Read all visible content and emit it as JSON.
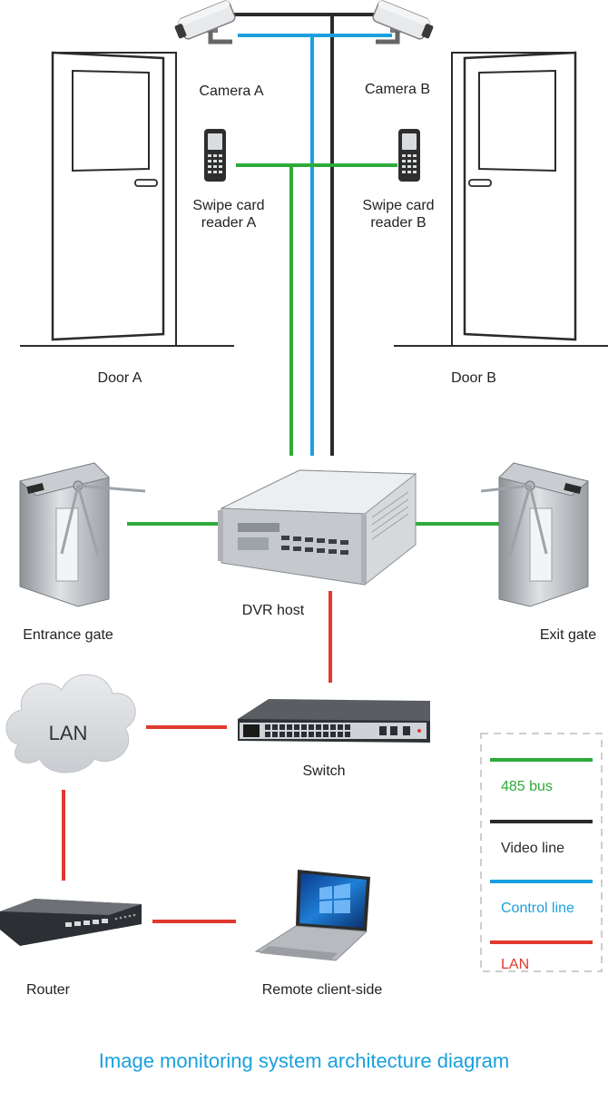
{
  "colors": {
    "bus485": "#2eaa3a",
    "video": "#2b2b2b",
    "control": "#1aa0de",
    "lan": "#e03a2e",
    "title": "#1aa0de",
    "legend_border": "#bdbdbd"
  },
  "labels": {
    "camera_a": "Camera A",
    "camera_b": "Camera B",
    "reader_a": "Swipe card\nreader A",
    "reader_b": "Swipe card\nreader B",
    "door_a": "Door A",
    "door_b": "Door B",
    "entrance_gate": "Entrance gate",
    "exit_gate": "Exit gate",
    "dvr_host": "DVR host",
    "lan_cloud": "LAN",
    "switch": "Switch",
    "router": "Router",
    "remote_client": "Remote client-side"
  },
  "legend": {
    "items": [
      {
        "label": "485 bus",
        "color": "#2eaa3a"
      },
      {
        "label": "Video line",
        "color": "#2b2b2b"
      },
      {
        "label": "Control line",
        "color": "#1aa0de"
      },
      {
        "label": "LAN",
        "color": "#e03a2e"
      }
    ]
  },
  "title": "Image monitoring system architecture diagram"
}
